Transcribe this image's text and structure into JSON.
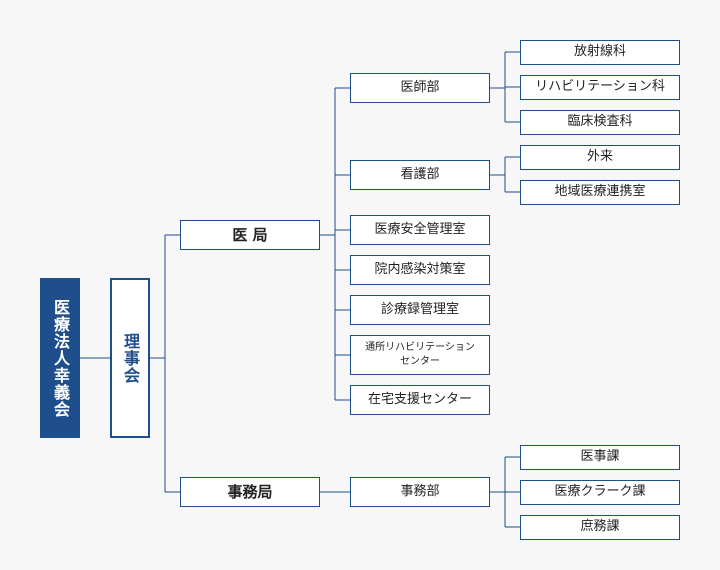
{
  "org": {
    "name": "医療法人幸義会",
    "board": "理事会",
    "divisions": [
      {
        "name": "医 局",
        "departments": [
          {
            "name": "医師部",
            "sections": [
              "放射線科",
              "リハビリテーション科",
              "臨床検査科"
            ]
          },
          {
            "name": "看護部",
            "sections": [
              "外来",
              "地域医療連携室"
            ]
          },
          {
            "name": "医療安全管理室",
            "sections": []
          },
          {
            "name": "院内感染対策室",
            "sections": []
          },
          {
            "name": "診療録管理室",
            "sections": []
          },
          {
            "name": "通所リハビリテーション\nセンター",
            "sections": []
          },
          {
            "name": "在宅支援センター",
            "sections": []
          }
        ]
      },
      {
        "name": "事務局",
        "departments": [
          {
            "name": "事務部",
            "sections": [
              "医事課",
              "医療クラーク課",
              "庶務課"
            ]
          }
        ]
      }
    ]
  },
  "colors": {
    "primary": "#1f4e8c",
    "line": "#1f4e8c",
    "background": "#f7f7f7"
  }
}
